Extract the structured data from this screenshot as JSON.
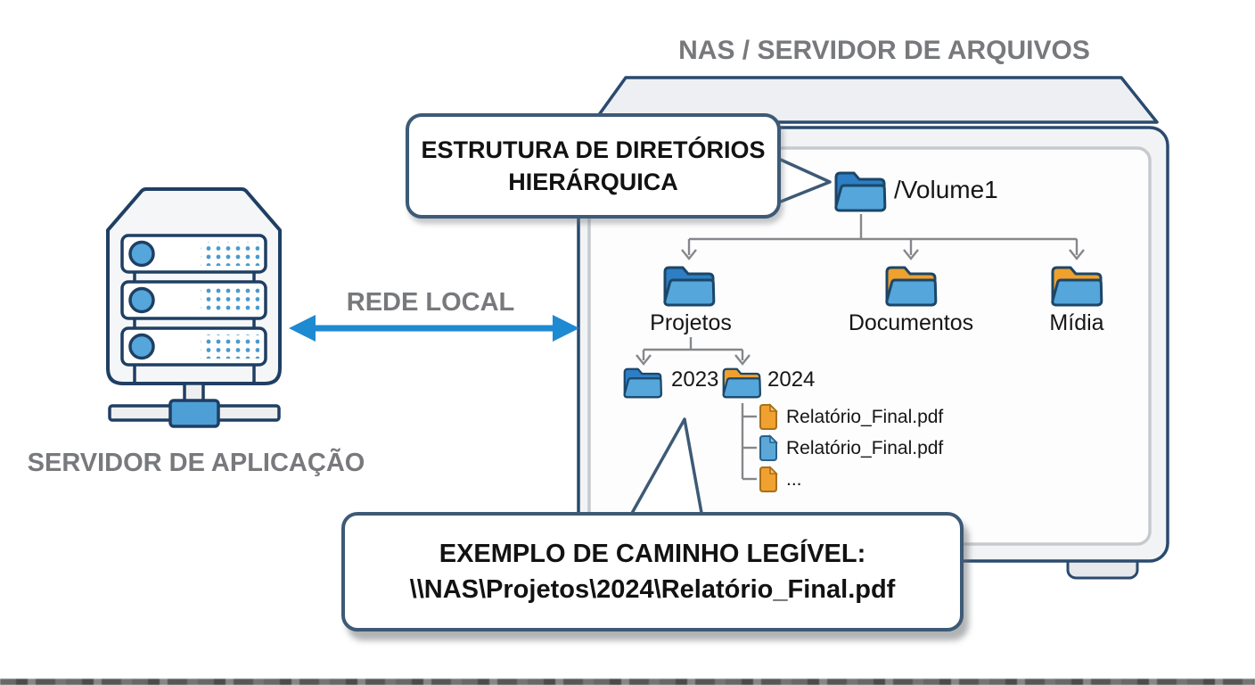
{
  "titles": {
    "nas": "NAS / SERVIDOR DE ARQUIVOS",
    "network": "REDE LOCAL",
    "app_server": "SERVIDOR DE APLICAÇÃO"
  },
  "callouts": {
    "structure": {
      "line1": "ESTRUTURA DE DIRETÓRIOS",
      "line2": "HIERÁRQUICA"
    },
    "path_example": {
      "line1": "EXEMPLO DE CAMINHO LEGÍVEL:",
      "line2": "\\\\NAS\\Projetos\\2024\\Relatório_Final.pdf"
    }
  },
  "tree": {
    "root": {
      "label": "/Volume1",
      "icon": "blue-folder-icon"
    },
    "level1": [
      {
        "label": "Projetos",
        "icon": "blue-folder-icon"
      },
      {
        "label": "Documentos",
        "icon": "orange-tab-folder-icon"
      },
      {
        "label": "Mídia",
        "icon": "orange-tab-folder-icon"
      }
    ],
    "level2": [
      {
        "label": "2023",
        "icon": "blue-folder-icon"
      },
      {
        "label": "2024",
        "icon": "orange-tab-folder-icon"
      }
    ],
    "files": [
      {
        "label": "Relatório_Final.pdf",
        "icon": "orange-file-icon"
      },
      {
        "label": "Relatório_Final.pdf",
        "icon": "blue-file-icon"
      },
      {
        "label": "...",
        "icon": "orange-file-icon"
      }
    ]
  },
  "colors": {
    "accent_blue": "#1e8ad2",
    "outline_navy": "#1f3f63",
    "callout_border": "#3d5a76",
    "folder_front_blue": "#55a6da",
    "folder_back_blue": "#2d7ec4",
    "folder_back_orange": "#f0a02c",
    "file_orange": "#f0a12f",
    "file_blue": "#5ba8d8",
    "heading_gray": "#77797c",
    "connector_gray": "#85878a"
  }
}
